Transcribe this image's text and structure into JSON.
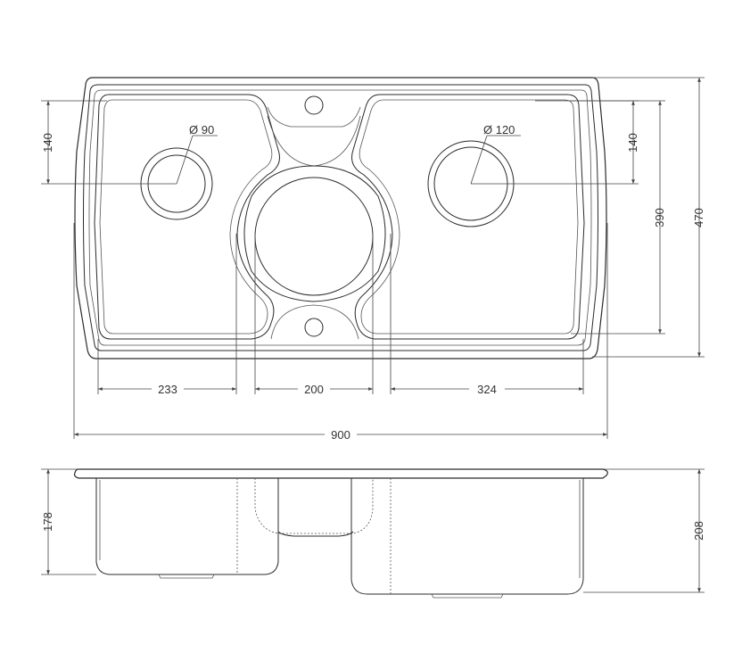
{
  "drawing": {
    "dimensions": {
      "drain_left_offset": "140",
      "drain_left_diameter": "Ø 90",
      "drain_right_diameter": "Ø 120",
      "drain_right_offset": "140",
      "bowl_depth_span": "390",
      "overall_depth": "470",
      "left_bowl_width": "233",
      "center_bowl_width": "200",
      "right_bowl_width": "324",
      "overall_width": "900",
      "left_bowl_height": "178",
      "right_bowl_height": "208"
    },
    "colors": {
      "line": "#2b2b2b",
      "background": "#ffffff"
    }
  }
}
